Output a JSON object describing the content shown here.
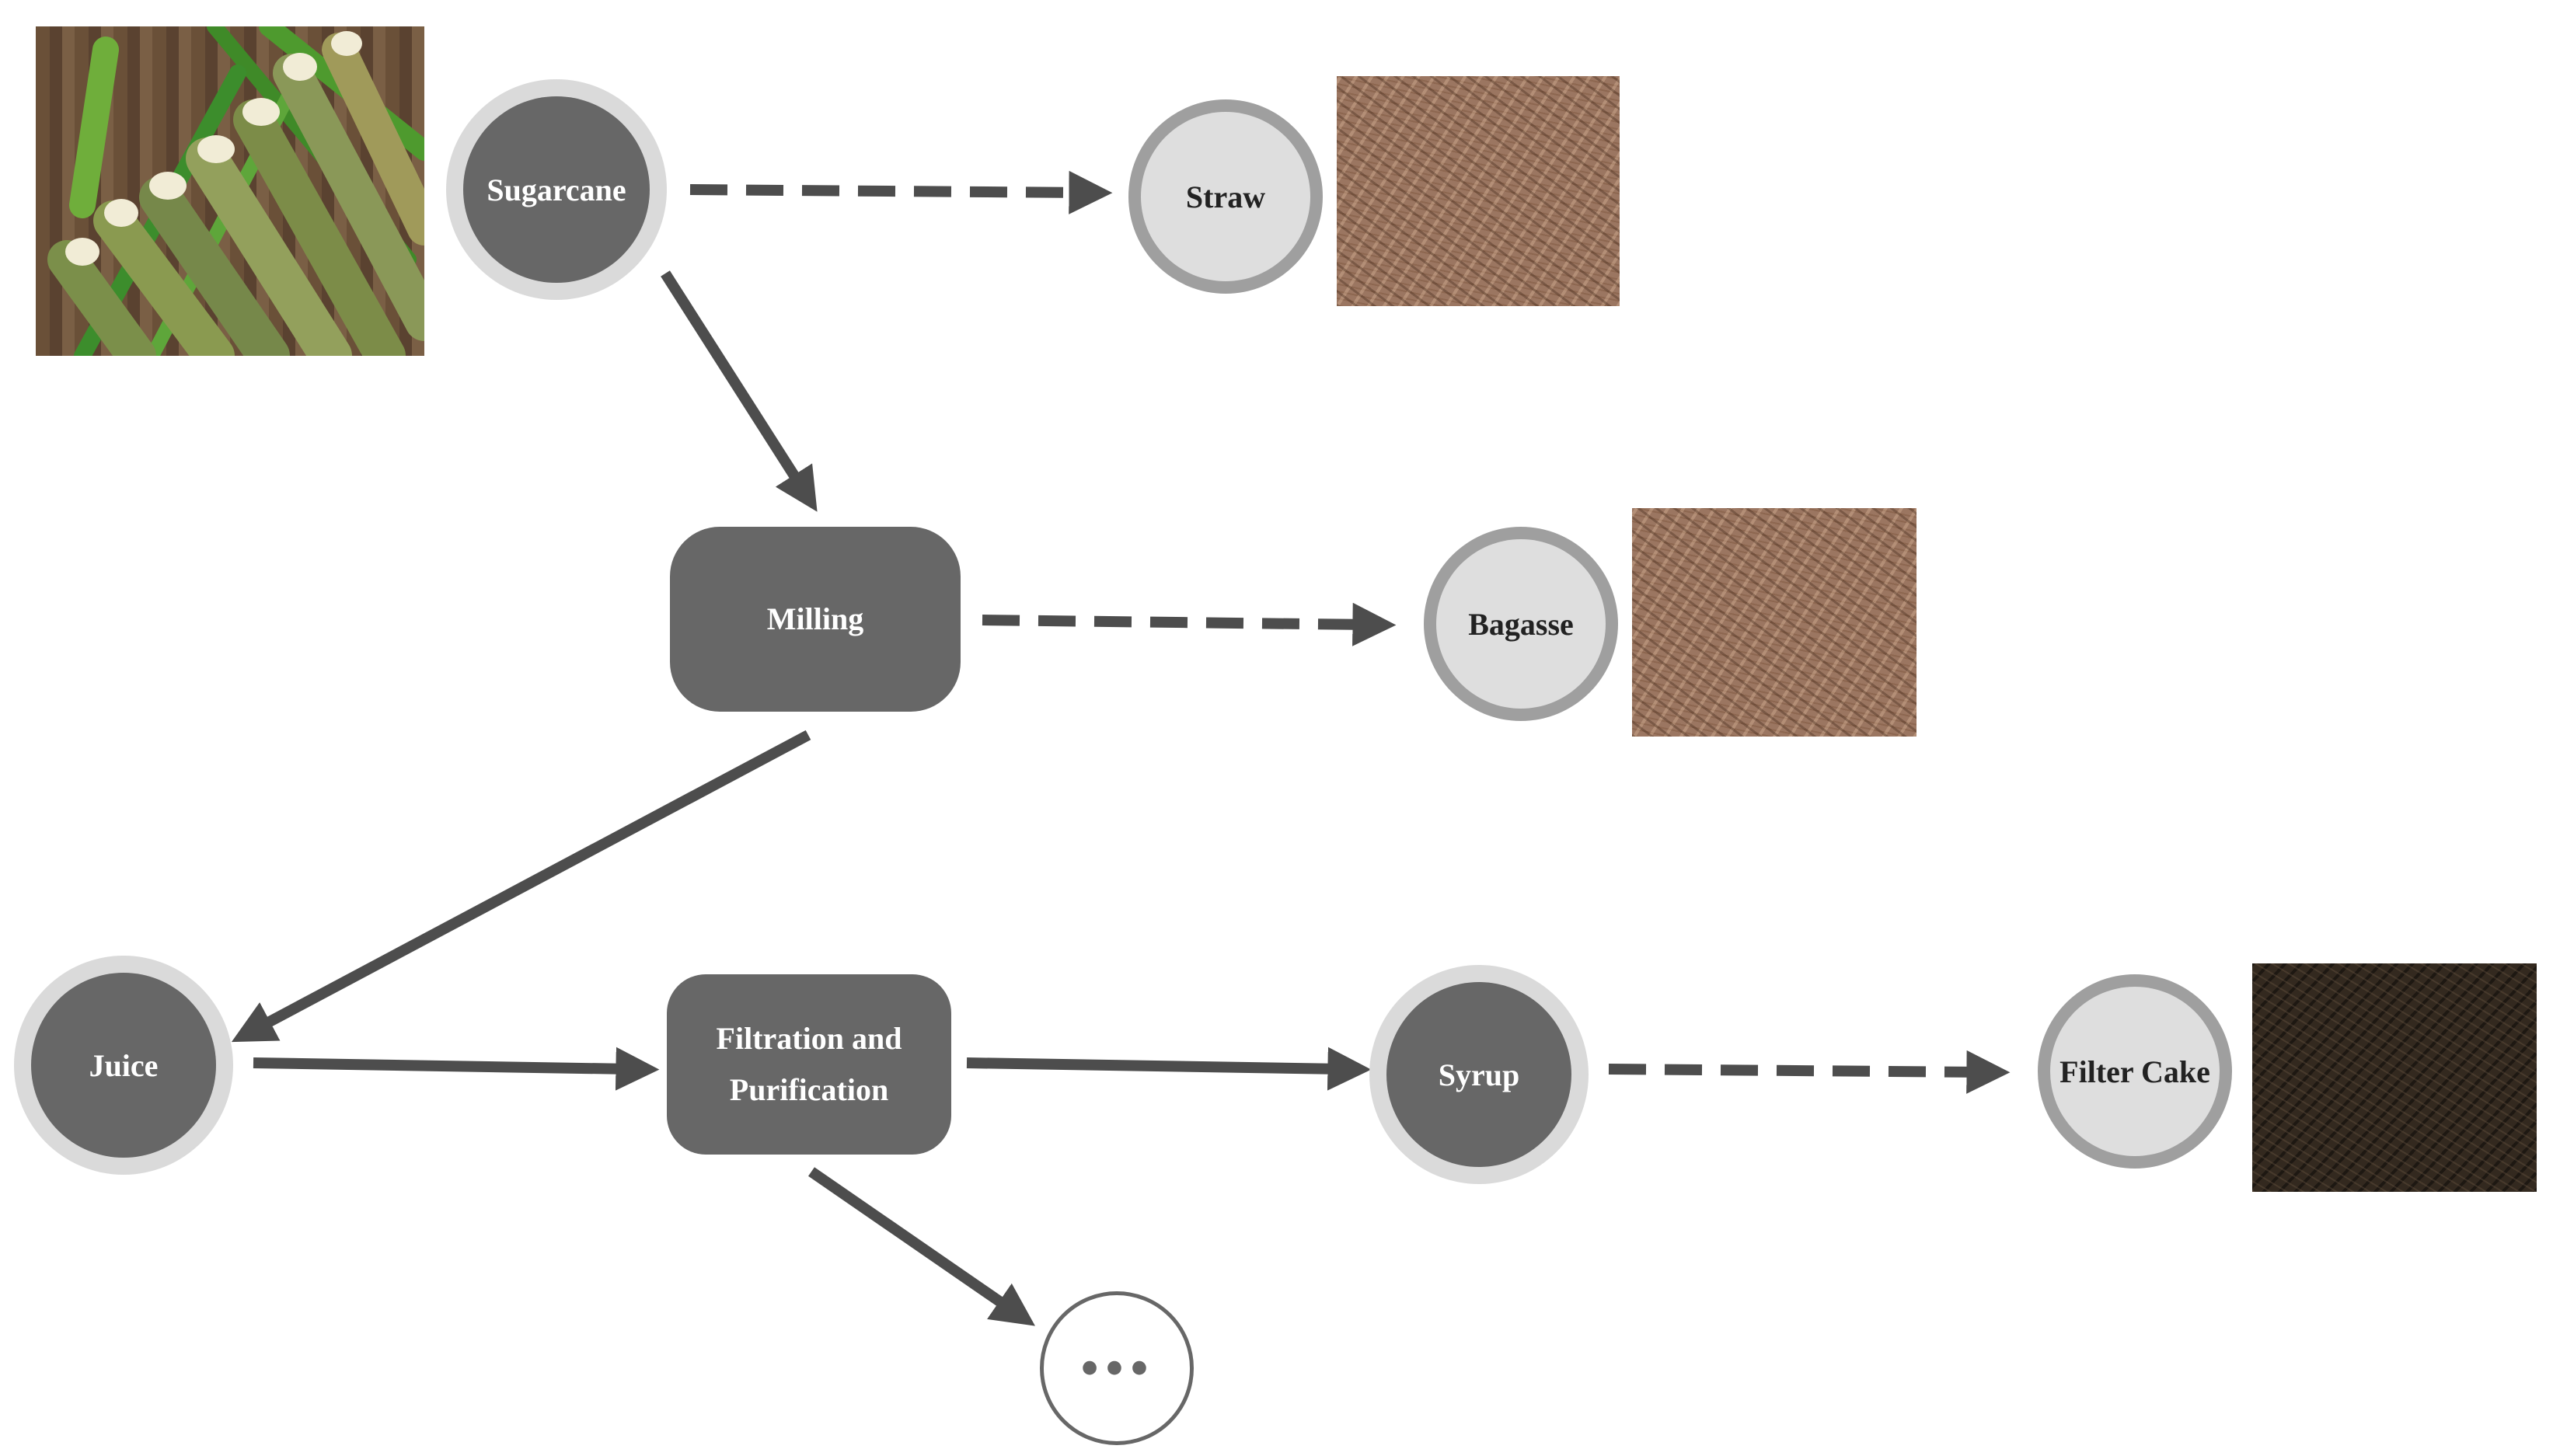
{
  "nodes": {
    "sugarcane": "Sugarcane",
    "straw": "Straw",
    "milling": "Milling",
    "bagasse": "Bagasse",
    "juice": "Juice",
    "filtration_line1": "Filtration and",
    "filtration_line2": "Purification",
    "syrup": "Syrup",
    "filter_cake": "Filter Cake",
    "more": "•••"
  },
  "colors": {
    "node_dark": "#676767",
    "node_ring_light": "#dadada",
    "byproduct_fill": "#dedede",
    "byproduct_ring": "#9f9f9f",
    "arrow": "#4d4d4d"
  },
  "edges": [
    {
      "from": "sugarcane",
      "to": "straw",
      "style": "dashed"
    },
    {
      "from": "sugarcane",
      "to": "milling",
      "style": "solid"
    },
    {
      "from": "milling",
      "to": "bagasse",
      "style": "dashed"
    },
    {
      "from": "milling",
      "to": "juice",
      "style": "solid"
    },
    {
      "from": "juice",
      "to": "filtration",
      "style": "solid"
    },
    {
      "from": "filtration",
      "to": "syrup",
      "style": "solid"
    },
    {
      "from": "syrup",
      "to": "filter_cake",
      "style": "dashed"
    },
    {
      "from": "filtration",
      "to": "more",
      "style": "solid"
    }
  ],
  "images": [
    "sugarcane-photo",
    "straw-photo",
    "bagasse-photo",
    "filter-cake-photo"
  ]
}
